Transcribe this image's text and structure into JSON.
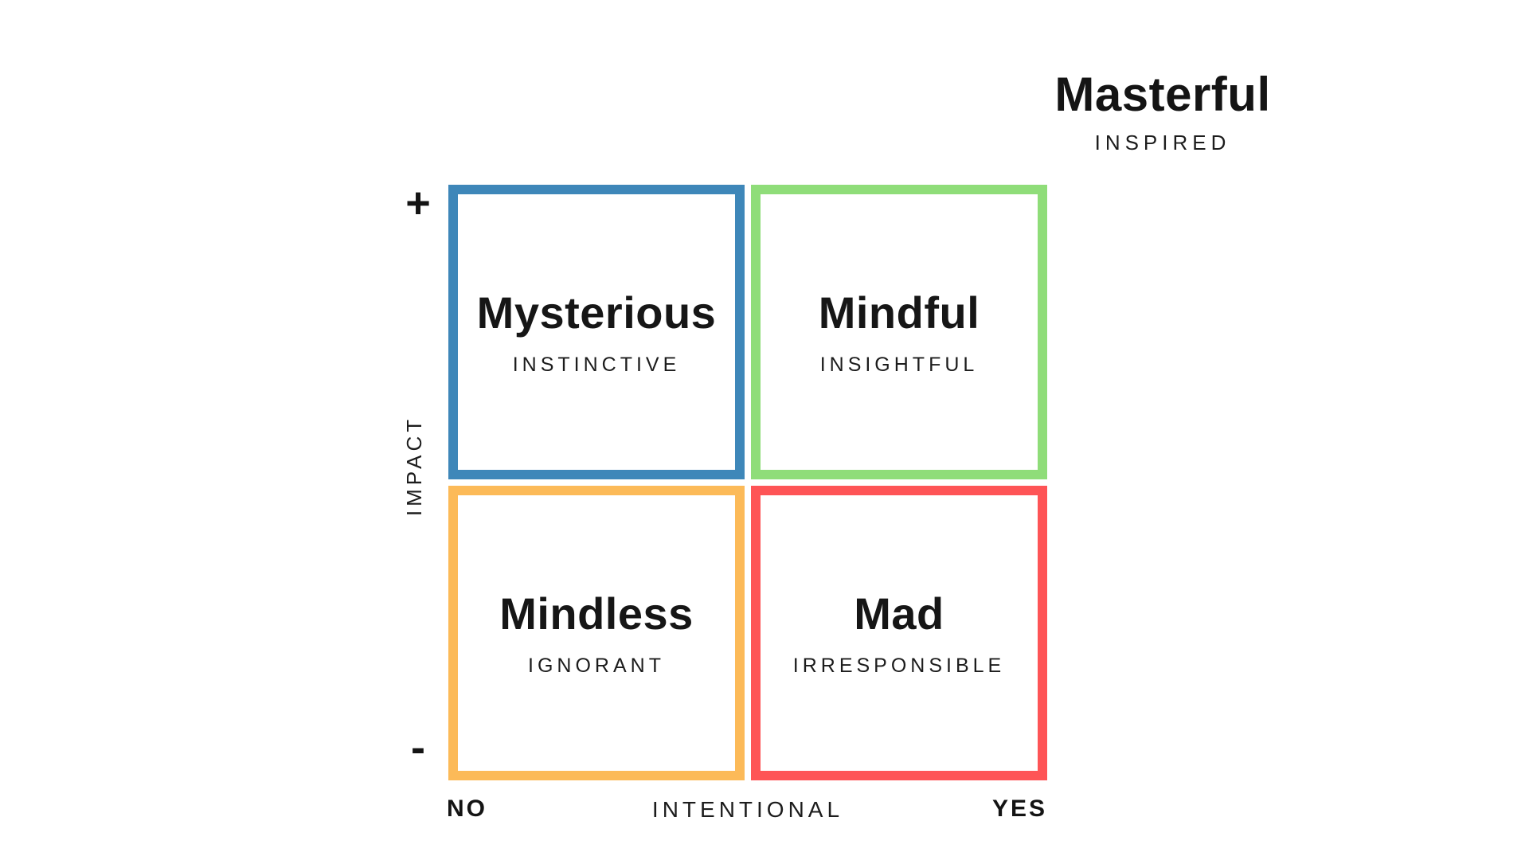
{
  "page": {
    "background": "#ffffff",
    "text_color": "#1c1c1c"
  },
  "corner_label": {
    "title": "Masterful",
    "subtitle": "INSPIRED"
  },
  "quadrants": [
    {
      "position": "top-left",
      "title": "Mysterious",
      "subtitle": "INSTINCTIVE",
      "border_color": "#3e87b9"
    },
    {
      "position": "top-right",
      "title": "Mindful",
      "subtitle": "INSIGHTFUL",
      "border_color": "#8fdd79"
    },
    {
      "position": "bottom-left",
      "title": "Mindless",
      "subtitle": "IGNORANT",
      "border_color": "#fcba58"
    },
    {
      "position": "bottom-right",
      "title": "Mad",
      "subtitle": "IRRESPONSIBLE",
      "border_color": "#fe5456"
    }
  ],
  "y_axis": {
    "label": "IMPACT",
    "plus": "+",
    "minus": "-"
  },
  "x_axis": {
    "label": "INTENTIONAL",
    "left": "NO",
    "right": "YES"
  }
}
